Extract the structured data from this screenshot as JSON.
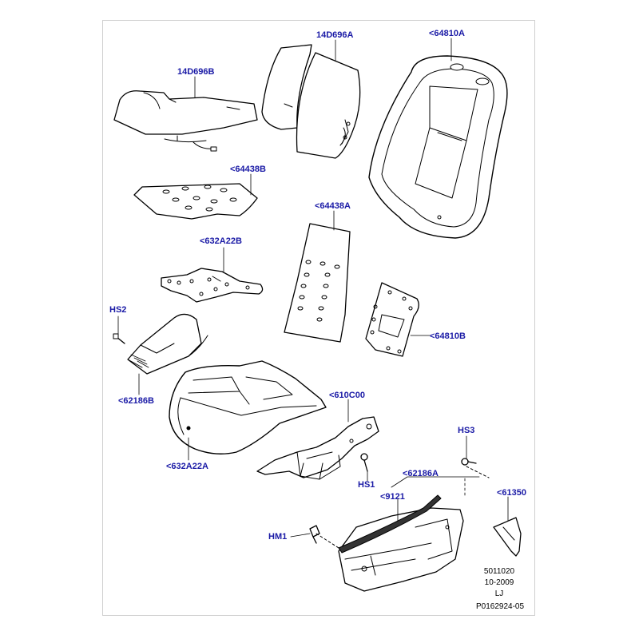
{
  "labels": {
    "l_14D696A": "14D696A",
    "l_64810A": "<64810A",
    "l_14D696B": "14D696B",
    "l_64438B": "<64438B",
    "l_64438A": "<64438A",
    "l_632A22B": "<632A22B",
    "l_HS2": "HS2",
    "l_64810B": "<64810B",
    "l_62186B": "<62186B",
    "l_610C00": "<610C00",
    "l_632A22A": "<632A22A",
    "l_HS3": "HS3",
    "l_HS1": "HS1",
    "l_62186A": "<62186A",
    "l_9121": "<9121",
    "l_61350": "<61350",
    "l_HM1": "HM1"
  },
  "meta": {
    "code": "5011020",
    "date": "10-2009",
    "initials": "LJ",
    "ref": "P0162924-05"
  },
  "colors": {
    "callout": "#1a1aa6",
    "line": "#000000",
    "frame": "#d0d0d0"
  }
}
